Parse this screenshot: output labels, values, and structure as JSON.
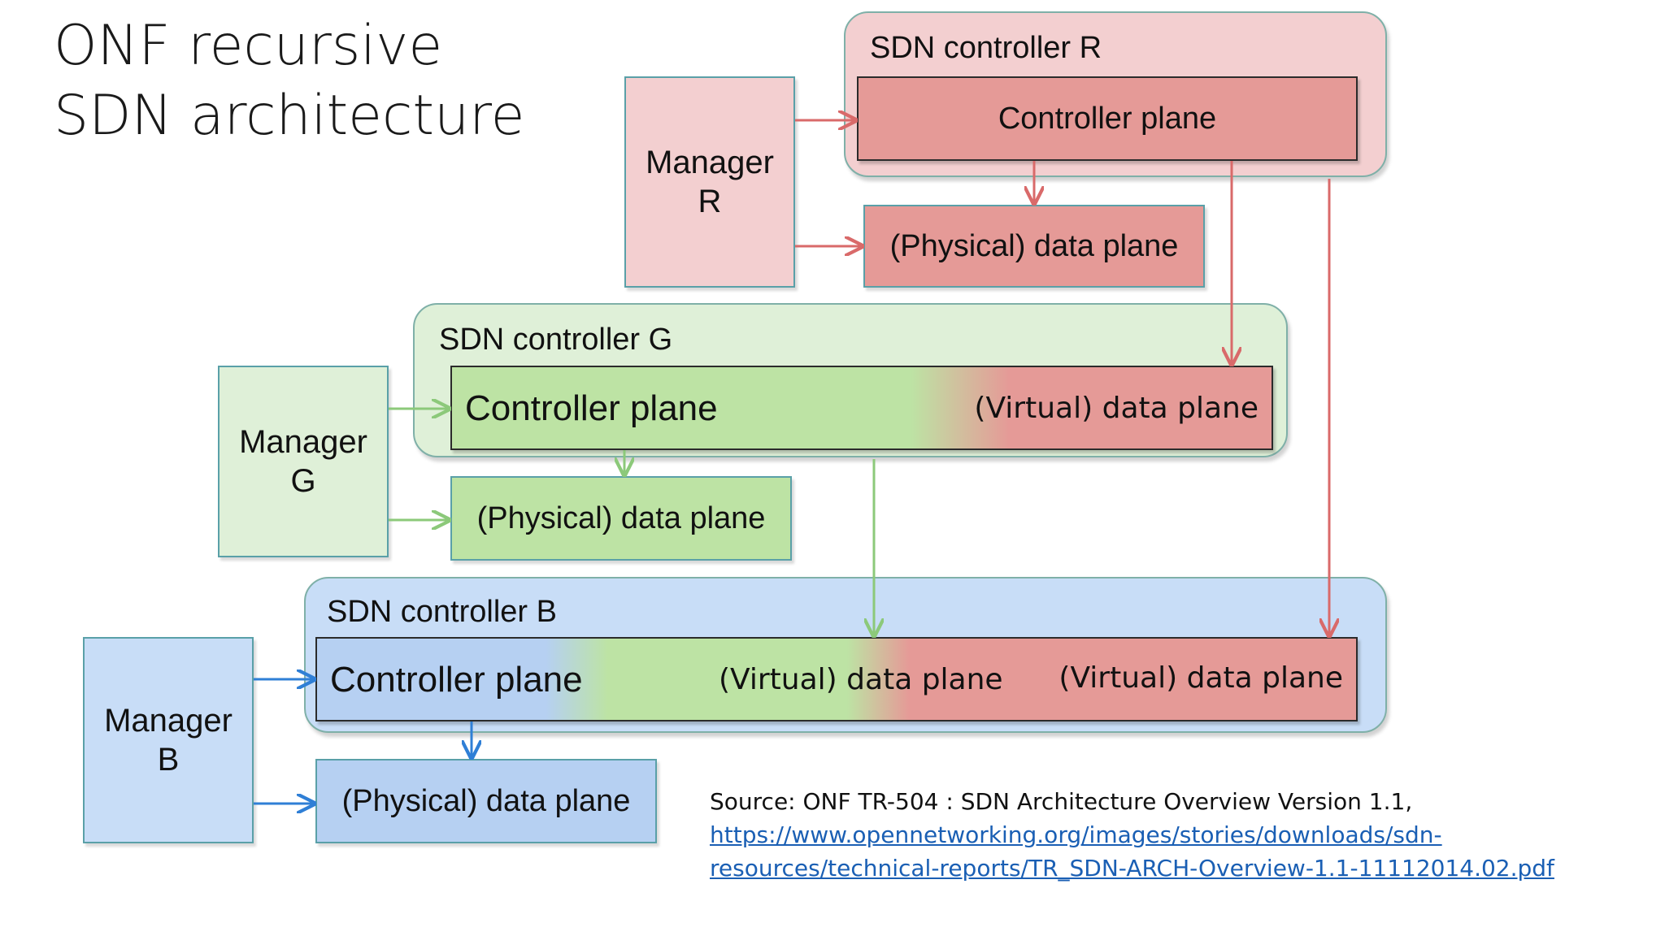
{
  "title": {
    "line1": "ONF recursive",
    "line2": "SDN architecture"
  },
  "controller_r": {
    "label": "SDN controller R",
    "controller_plane": "Controller plane",
    "physical_data_plane": "(Physical) data plane",
    "manager_line1": "Manager",
    "manager_line2": "R"
  },
  "controller_g": {
    "label": "SDN controller G",
    "controller_plane": "Controller plane",
    "virtual_data_plane": "(Virtual) data plane",
    "physical_data_plane": "(Physical) data plane",
    "manager_line1": "Manager",
    "manager_line2": "G"
  },
  "controller_b": {
    "label": "SDN controller B",
    "controller_plane": "Controller plane",
    "virtual_data_plane_g": "(Virtual) data plane",
    "virtual_data_plane_r": "(Virtual) data plane",
    "physical_data_plane": "(Physical) data plane",
    "manager_line1": "Manager",
    "manager_line2": "B"
  },
  "source": {
    "text": "Source: ONF TR-504 : SDN Architecture Overview Version 1.1,",
    "link_line1": "https://www.opennetworking.org/images/stories/downloads/sdn-",
    "link_line2": "resources/technical-reports/TR_SDN-ARCH-Overview-1.1-11112014.02.pdf"
  },
  "colors": {
    "red_light": "#f3cfd0",
    "red": "#e59a97",
    "green_light": "#dff0d8",
    "green": "#bde3a4",
    "blue_light": "#c8ddf7",
    "blue": "#b6d0f2",
    "arrow_red": "#d96a6a",
    "arrow_green": "#8cc97a",
    "arrow_blue": "#2f7fd6"
  }
}
